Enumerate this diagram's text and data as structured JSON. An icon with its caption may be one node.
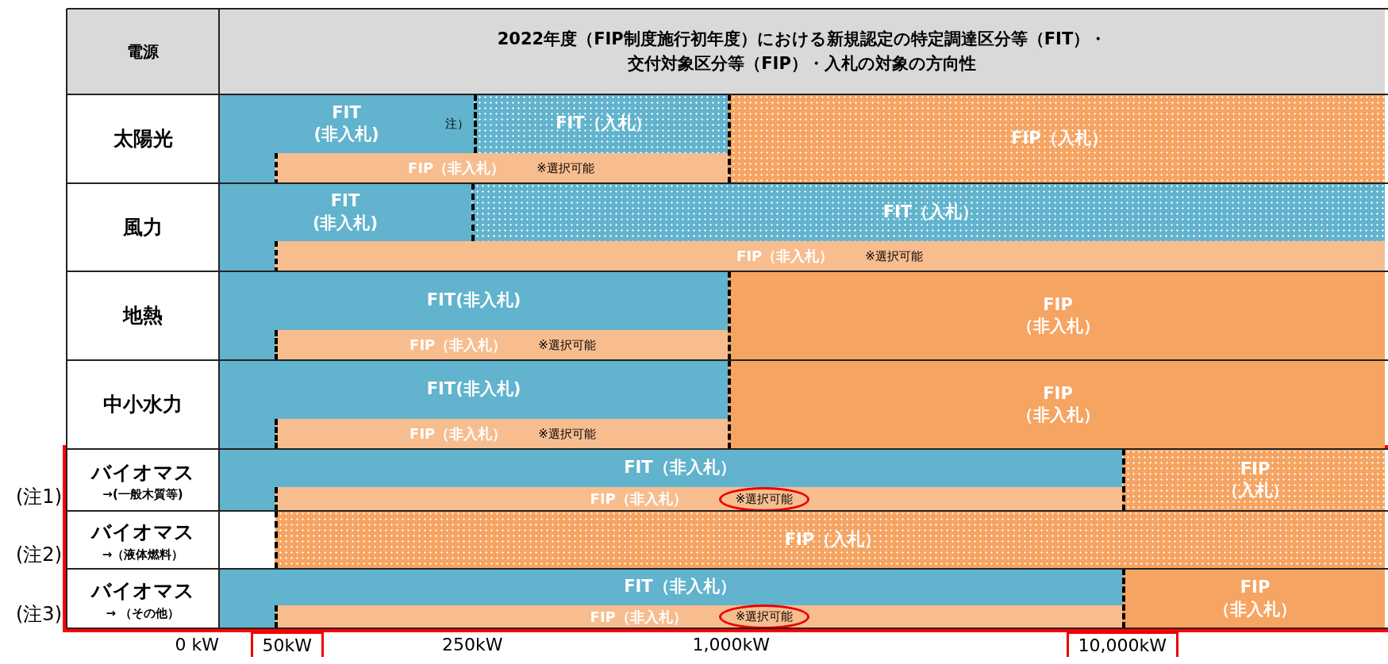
{
  "diagram": {
    "nodes": [
      {
        "text": [
          "電源"
        ]
      },
      {
        "text": [
          "2022年度（FIP制度施行初年度）における新規認定の特定調達区分等（FIT）・交付対象区分等（FIP）・入札の対象の方向性"
        ]
      },
      {
        "text": [
          "太陽光"
        ]
      },
      {
        "text": [
          "FIT (非入札)",
          "注）"
        ]
      },
      {
        "text": [
          "FIT（入札）"
        ]
      },
      {
        "text": [
          "FIP（入札）"
        ]
      },
      {
        "text": [
          "FIP（非入札）",
          "※選択可能"
        ]
      },
      {
        "text": [
          "風力"
        ]
      },
      {
        "text": [
          "FIT (非入札)"
        ]
      },
      {
        "text": [
          "FIT（入札）"
        ]
      },
      {
        "text": [
          "FIP（非入札）",
          "※選択可能"
        ]
      },
      {
        "text": [
          "地熱"
        ]
      },
      {
        "text": [
          "FIT(非入札)"
        ]
      },
      {
        "text": [
          "FIP（非入札）",
          "※選択可能"
        ],
        "in": 12
      },
      {
        "text": [
          "FIP （非入札）"
        ]
      },
      {
        "text": [
          "中小水力"
        ]
      },
      {
        "text": [
          "FIT(非入札)"
        ]
      },
      {
        "text": [
          "FIP（非入札）",
          "※選択可能"
        ],
        "in": 16
      },
      {
        "text": [
          "FIP （非入札）"
        ]
      },
      {
        "text": [
          "バイオマス",
          "→(一般木質等)"
        ],
        "beside": [
          "(注1)"
        ]
      },
      {
        "text": [
          "FIT（非入札）"
        ]
      },
      {
        "text": [
          "FIP（非入札）",
          "※選択可能"
        ],
        "in": 20
      },
      {
        "text": [
          "FIP （入札）"
        ]
      },
      {
        "text": [
          "バイオマス",
          "→（液体燃料）"
        ],
        "beside": [
          "(注2)"
        ]
      },
      {
        "text": [
          "FIP（入札）"
        ]
      },
      {
        "text": [
          "バイオマス",
          "→ （その他）"
        ],
        "beside": [
          "(注3)"
        ]
      },
      {
        "text": [
          "FIT（非入札）"
        ]
      },
      {
        "text": [
          "FIP（非入札）",
          "※選択可能"
        ],
        "in": 26
      },
      {
        "text": [
          "FIP （非入札）"
        ]
      }
    ],
    "labels": [
      "0 kW",
      "50kW",
      "250kW",
      "1,000kW",
      "10,000kW"
    ]
  }
}
